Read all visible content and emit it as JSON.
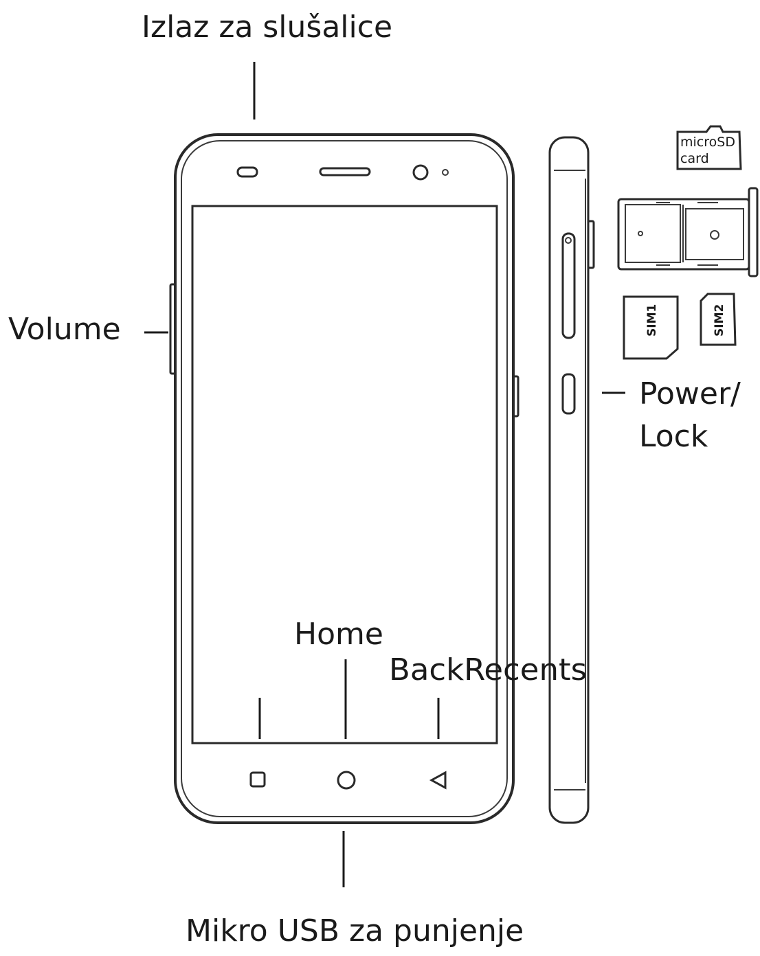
{
  "labels": {
    "headphone": "Izlaz za slušalice",
    "volume": "Volume",
    "power_line1": "Power/",
    "power_line2": "Lock",
    "home": "Home",
    "back_recents": "BackRecents",
    "usb": "Mikro USB za punjenje"
  },
  "cards": {
    "microsd_line1": "microSD",
    "microsd_line2": "card",
    "sim1": "SIM1",
    "sim2": "SIM2"
  }
}
